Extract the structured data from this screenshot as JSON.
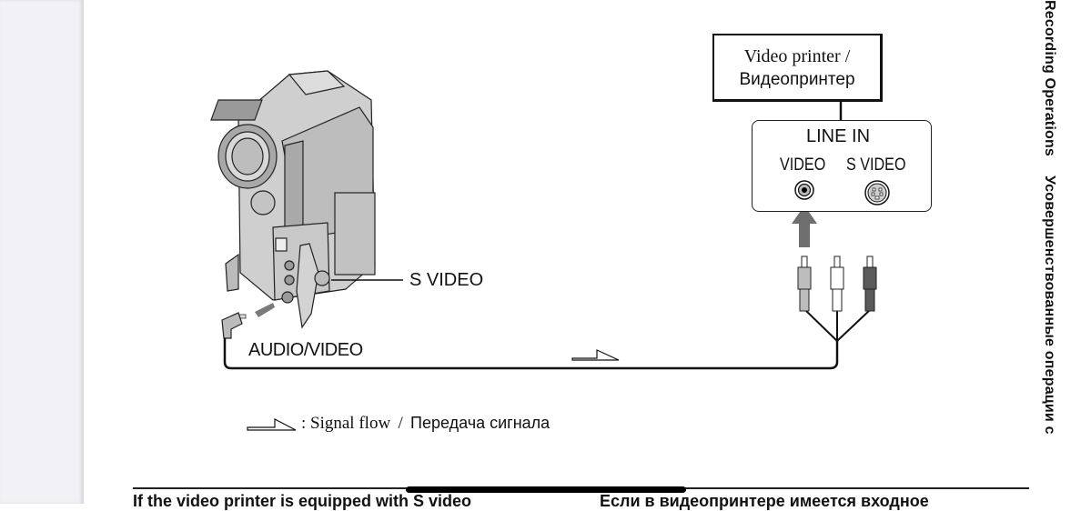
{
  "layout": {
    "gutter_color": "#f1f1f6",
    "page_color": "#ffffff"
  },
  "diagram": {
    "printer_box": {
      "line1": "Video printer /",
      "line2": "Видеопринтер"
    },
    "line_in_panel": {
      "title": "LINE IN",
      "jack_video_label": "VIDEO",
      "jack_svideo_label": "S VIDEO"
    },
    "camcorder_labels": {
      "s_video": "S VIDEO",
      "audio_video": "AUDIO/VIDEO"
    },
    "legend": {
      "signal_flow_en": ": Signal flow",
      "separator": "/",
      "signal_flow_ru": "Передача сигнала"
    },
    "plug_colors": [
      "#bdbdbd",
      "#ffffff",
      "#5a5a5a"
    ],
    "arrow_color": "#6e6e6e"
  },
  "side_tab": {
    "en": "Recording Operations",
    "ru": "Усовершенствованные операции с"
  },
  "bottom": {
    "left_text": "If the video printer is equipped with S video",
    "right_text": "Если в видеопринтере имеется входное"
  }
}
